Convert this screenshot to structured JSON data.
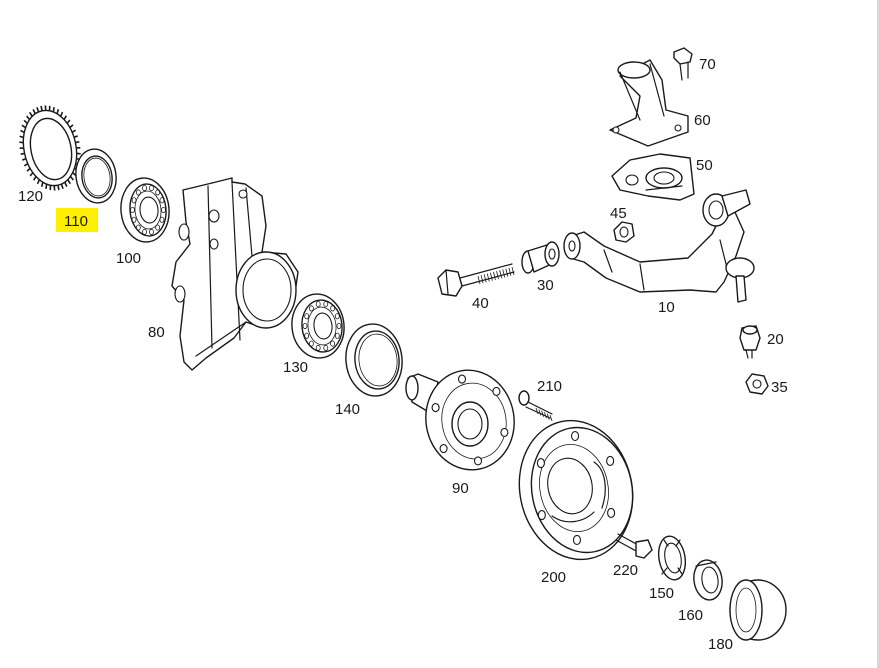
{
  "colors": {
    "highlight": "#ffee00",
    "ink": "#1a1a1a",
    "background": "#ffffff"
  },
  "highlighted_part": "110",
  "callouts": {
    "p10": "10",
    "p20": "20",
    "p30": "30",
    "p35": "35",
    "p40": "40",
    "p45": "45",
    "p50": "50",
    "p60": "60",
    "p70": "70",
    "p80": "80",
    "p90": "90",
    "p100": "100",
    "p110": "110",
    "p120": "120",
    "p130": "130",
    "p140": "140",
    "p150": "150",
    "p160": "160",
    "p180": "180",
    "p200": "200",
    "p210": "210",
    "p220": "220"
  }
}
